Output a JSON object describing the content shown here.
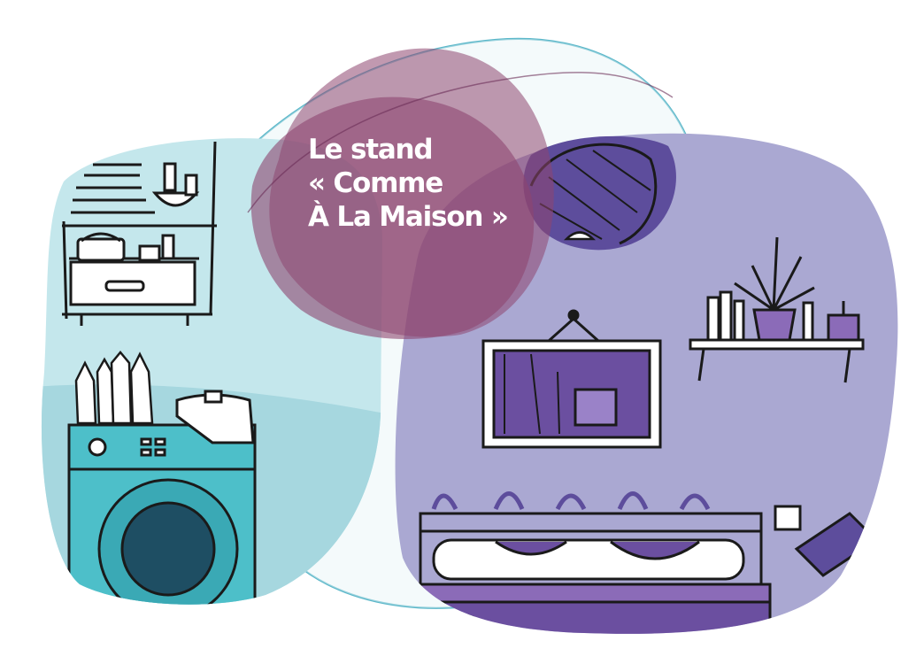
{
  "title": {
    "lines": [
      "Le stand",
      "« Comme",
      "À La Maison »"
    ]
  },
  "illustration": {
    "scenes": [
      "laundry-corner",
      "bedroom-corner"
    ],
    "icons": [
      "shelf-icon",
      "washing-machine-icon",
      "detergent-bottles-icon",
      "picture-frame-icon",
      "plant-shelf-icon",
      "pendant-lamp-icon",
      "bed-icon",
      "power-outlet-icon"
    ]
  },
  "colors": {
    "cyan_light": "#c4e7ec",
    "cyan_mid": "#a6d7df",
    "cyan_machine": "#4dbfc9",
    "purple_blob": "#aaa8d2",
    "purple_dark": "#5d4d9c",
    "purple_accent": "#8b6bb8",
    "mauve": "#8e4670",
    "outline": "#5bb7c9",
    "ink": "#1a1a1a"
  }
}
